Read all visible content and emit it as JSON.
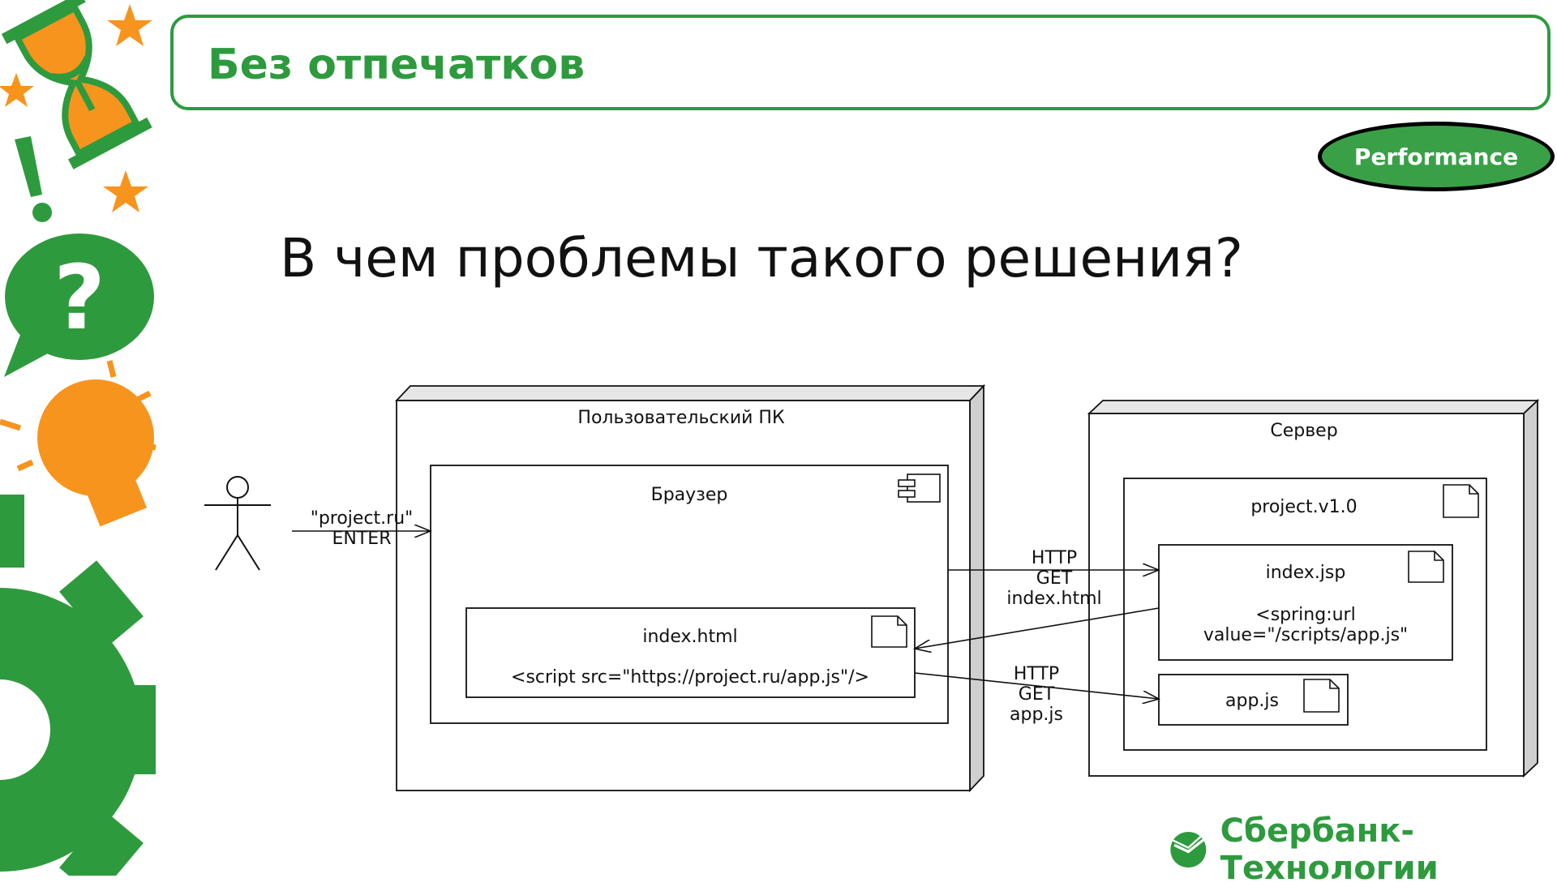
{
  "slide": {
    "title": "Без отпечатков",
    "badge": "Performance",
    "question": "В чем проблемы такого решения?"
  },
  "diagram": {
    "user_pc_label": "Пользовательский ПК",
    "browser_label": "Браузер",
    "enter_text_line1": "\"project.ru\"",
    "enter_text_line2": "ENTER",
    "index_html_label": "index.html",
    "index_html_content": "<script src=\"https://project.ru/app.js\"/>",
    "server_label": "Сервер",
    "project_label": "project.v1.0",
    "index_jsp_label": "index.jsp",
    "index_jsp_line1": "<spring:url",
    "index_jsp_line2": "value=\"/scripts/app.js\"",
    "app_js_label": "app.js",
    "http1_line1": "HTTP",
    "http1_line2": "GET",
    "http1_line3": "index.html",
    "http2_line1": "HTTP",
    "http2_line2": "GET",
    "http2_line3": "app.js"
  },
  "logo": {
    "text": "Сбербанк-Технологии"
  },
  "colors": {
    "green": "#2e9a3e",
    "orange": "#f7941d"
  },
  "icons": [
    "hourglass-icon",
    "star-icon",
    "exclamation-icon",
    "question-bubble-icon",
    "lightbulb-icon",
    "gear-icon",
    "component-icon",
    "artifact-icon",
    "actor-icon",
    "sber-logo-icon"
  ]
}
